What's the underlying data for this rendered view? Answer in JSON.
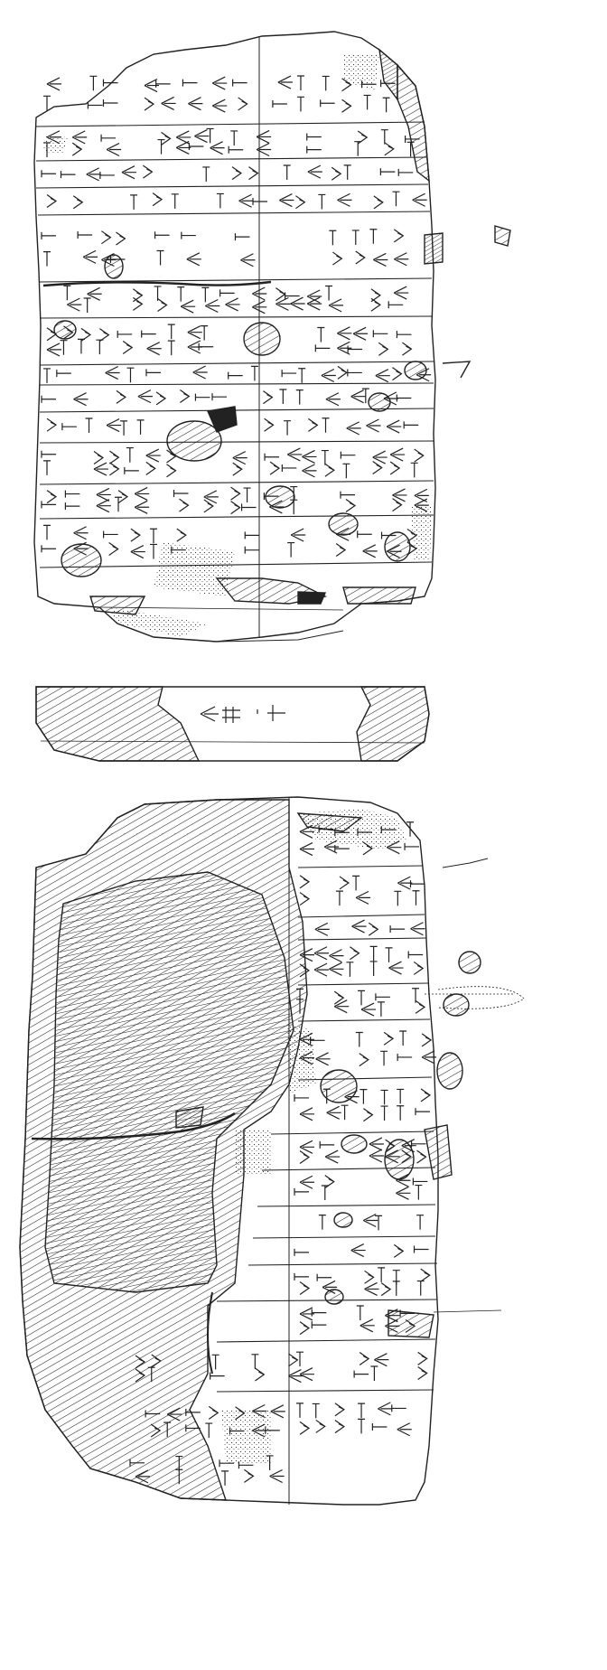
{
  "drawing": {
    "subject": "cuneiform-tablet-line-drawing",
    "views": [
      "obverse",
      "edge",
      "reverse"
    ],
    "ink_color": "#222222",
    "paper_color": "#ffffff"
  }
}
